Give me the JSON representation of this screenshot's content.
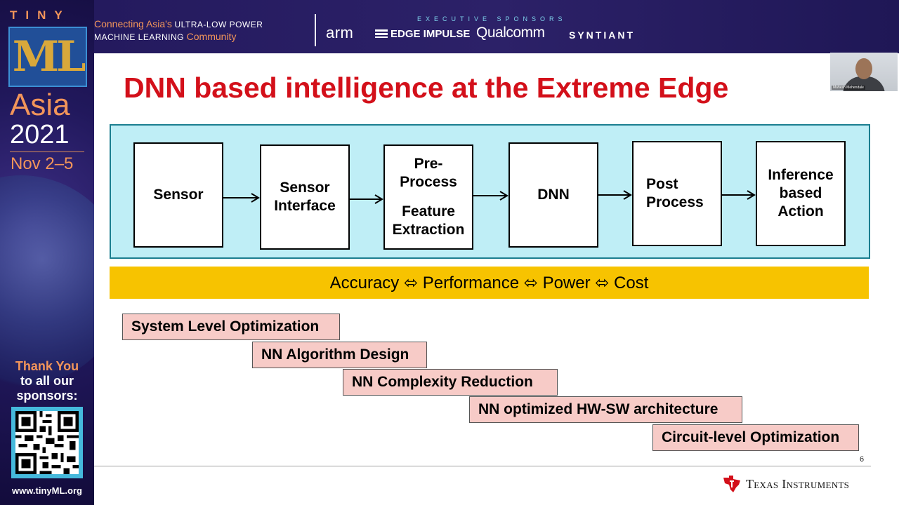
{
  "sidebar": {
    "tiny": "TINY",
    "logo_letters": "ML",
    "region": "Asia",
    "year": "2021",
    "dates": "Nov 2–5",
    "thanks_line1": "Thank You",
    "thanks_line2": "to all our",
    "thanks_line3": "sponsors:",
    "url": "www.tinyML.org"
  },
  "header": {
    "tagline_a": "Connecting Asia's",
    "tagline_b": "ULTRA-LOW POWER",
    "tagline_c": "MACHINE LEARNING",
    "tagline_d": "Community",
    "sponsor_label": "EXECUTIVE SPONSORS",
    "sponsors": [
      "arm",
      "EDGE IMPULSE",
      "Qualcomm",
      "SYNTIANT"
    ]
  },
  "slide": {
    "title": "DNN based intelligence at the Extreme Edge",
    "stages": [
      {
        "lines": [
          "Sensor"
        ]
      },
      {
        "lines": [
          "Sensor",
          "Interface"
        ]
      },
      {
        "lines": [
          "Pre-",
          "Process"
        ],
        "lines2": [
          "Feature",
          "Extraction"
        ]
      },
      {
        "lines": [
          "DNN"
        ]
      },
      {
        "lines": [
          "Post",
          "Process"
        ]
      },
      {
        "lines": [
          "Inference",
          "based",
          "Action"
        ]
      }
    ],
    "tradeoff": "Accuracy ⬄ Performance ⬄ Power ⬄ Cost",
    "optimizations": [
      "System Level Optimization",
      "NN Algorithm Design",
      "NN Complexity Reduction",
      "NN optimized HW-SW architecture",
      "Circuit-level Optimization"
    ],
    "page_number": "6",
    "company": "Texas Instruments"
  },
  "presenter": {
    "name": "Mahesh Mehendale"
  },
  "colors": {
    "title_red": "#d3101a",
    "pipeline_bg": "#bfeef6",
    "tradeoff_yellow": "#f7c300",
    "opt_pink": "#f7cbc7",
    "event_orange": "#f2955a"
  }
}
